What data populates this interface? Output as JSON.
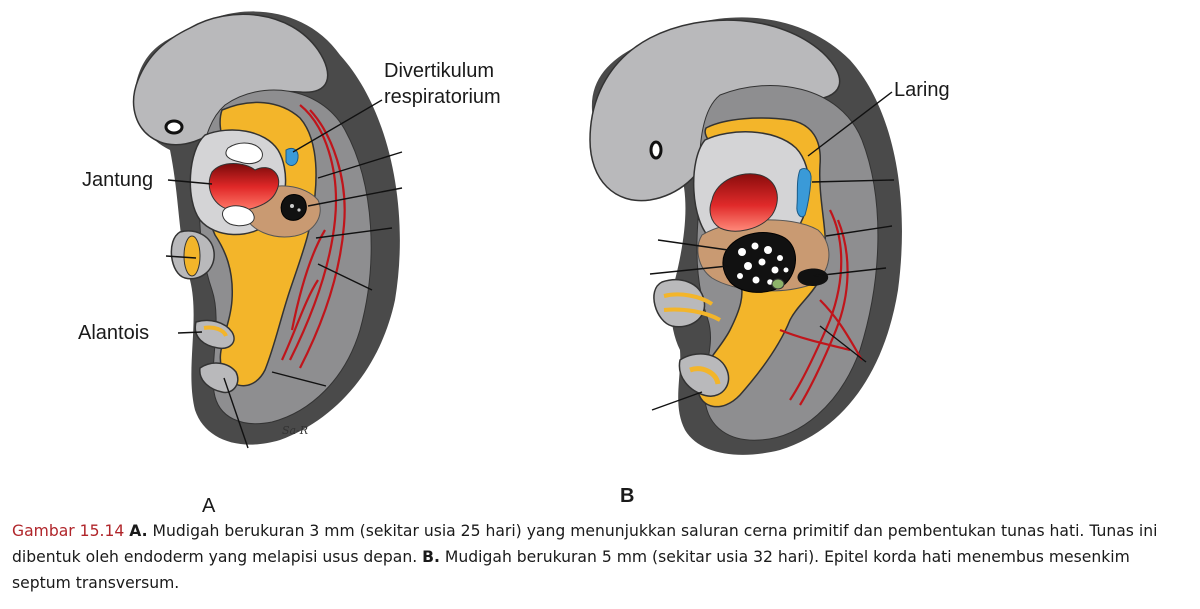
{
  "figure": {
    "panel_a_letter": "A",
    "panel_b_letter": "B",
    "signature": "Sa-R",
    "labels_a": {
      "divertikulum_line1": "Divertikulum",
      "divertikulum_line2": "respiratorium",
      "jantung": "Jantung",
      "alantois": "Alantois"
    },
    "labels_b": {
      "laring": "Laring"
    }
  },
  "caption": {
    "label": "Gambar 15.14",
    "a_mark": "A.",
    "a_text": " Mudigah berukuran 3 mm (sekitar usia 25 hari) yang menunjukkan saluran cerna primitif dan pembentukan tunas hati. Tunas ini dibentuk oleh endoderm yang melapisi usus depan. ",
    "b_mark": "B.",
    "b_text": " Mudigah berukuran 5 mm (sekitar usia 32 hari). Epitel korda hati menembus mesenkim septum transversum."
  }
}
